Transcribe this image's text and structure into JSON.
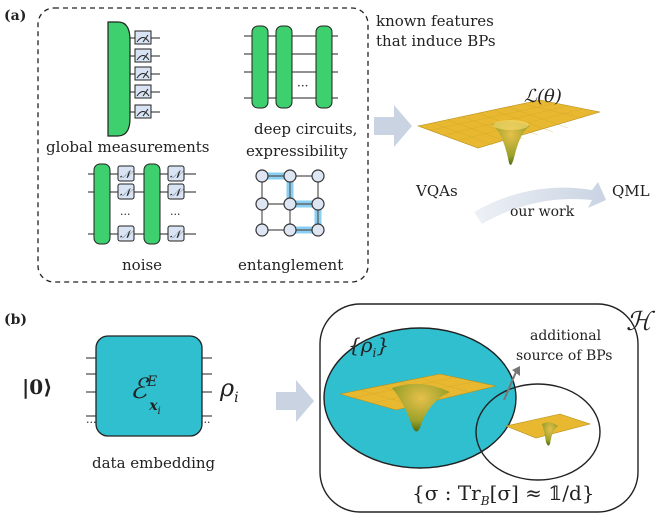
{
  "panel_a": {
    "label": "(a)",
    "side_text": [
      "known features",
      "that induce BPs"
    ],
    "features": {
      "global": "global measurements",
      "deep": [
        "deep circuits,",
        "expressibility"
      ],
      "noise": "noise",
      "entanglement": "entanglement"
    },
    "noise_symbol": "𝒩",
    "loss_label": "ℒ(θ)",
    "vqa_label": "VQAs",
    "qml_label": "QML",
    "our_work": "our work"
  },
  "panel_b": {
    "label": "(b)",
    "ket_zero": "|0⟩",
    "embed_symbol": "ℰ",
    "embed_sup": "E",
    "embed_sub": "x",
    "embed_sub_i": "i",
    "rho_i": "ρ",
    "rho_sub": "i",
    "embedding_caption": "data embedding",
    "set_label": "{ρ",
    "set_label_sub": "i",
    "set_label_close": "}",
    "additional_source": [
      "additional",
      "source of BPs"
    ],
    "hilbert_symbol": "ℋ",
    "condition": "{σ : Tr",
    "condition_sub": "B",
    "condition_rest": "[σ] ≈ 𝟙/d}"
  },
  "colors": {
    "green_gate": "#3ecf6e",
    "teal": "#2fbfcf",
    "arrow_gray": "#c9d3e2",
    "noise_box": "#d8e3f3",
    "loss_gold": "#e8b830",
    "loss_green": "#8a9b2a",
    "glow": "#2aa8e8"
  }
}
